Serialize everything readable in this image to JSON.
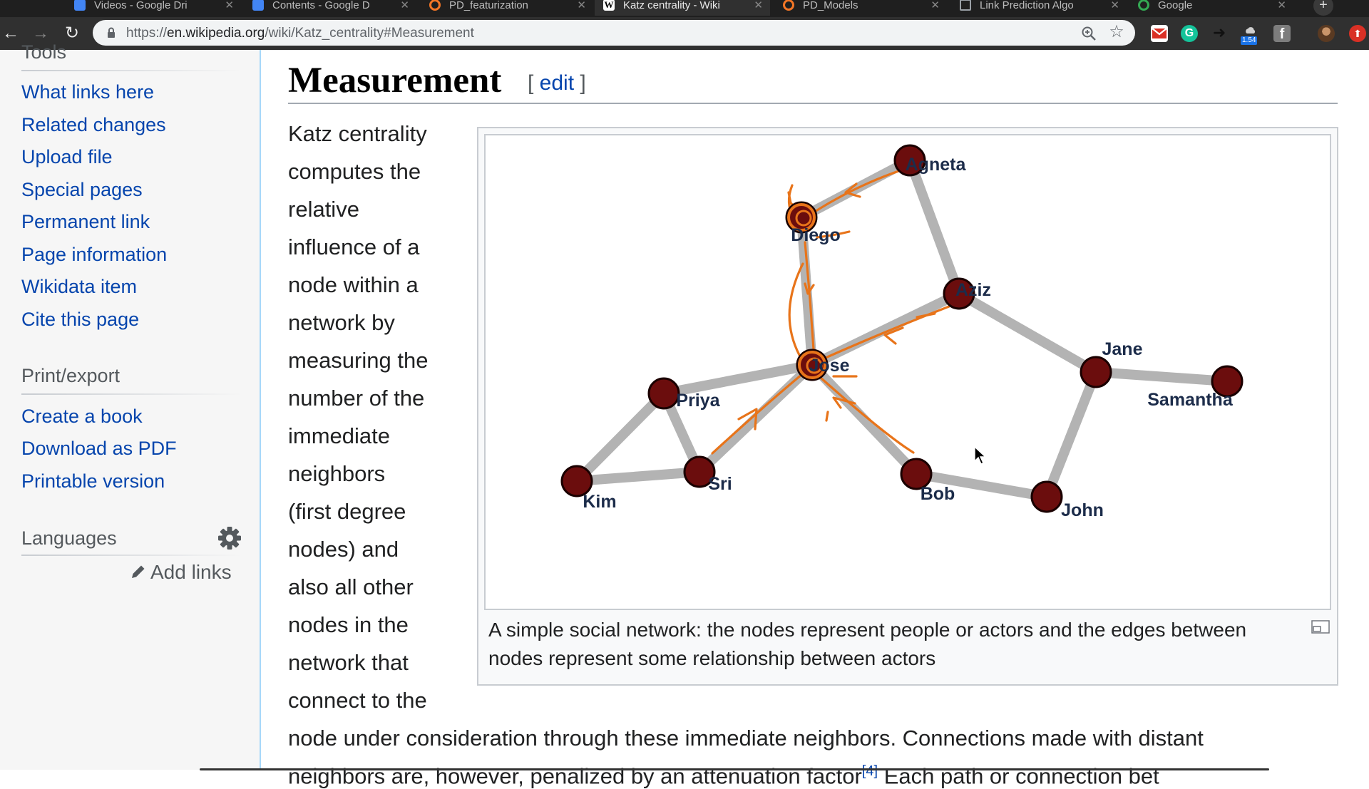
{
  "tabs": [
    {
      "title": "Videos - Google Dri",
      "favicon_color": "#4285f4",
      "active": false
    },
    {
      "title": "Contents - Google D",
      "favicon_color": "#4285f4",
      "active": false
    },
    {
      "title": "PD_featurization",
      "favicon_color": "#f37626",
      "active": false
    },
    {
      "title": "Katz centrality - Wiki",
      "favicon_color": "#ffffff",
      "active": true
    },
    {
      "title": "PD_Models",
      "favicon_color": "#f37626",
      "active": false
    },
    {
      "title": "Link Prediction Algo",
      "favicon_color": "#9aa0a6",
      "active": false
    },
    {
      "title": "Google",
      "favicon_color": "#34a853",
      "active": false
    }
  ],
  "address_bar": {
    "url_prefix": "https://",
    "url_host": "en.wikipedia.org",
    "url_path": "/wiki/Katz_centrality#Measurement"
  },
  "extensions": {
    "badge": "1.54"
  },
  "sidebar": {
    "tools_heading": "Tools",
    "tools_links": [
      "What links here",
      "Related changes",
      "Upload file",
      "Special pages",
      "Permanent link",
      "Page information",
      "Wikidata item",
      "Cite this page"
    ],
    "print_heading": "Print/export",
    "print_links": [
      "Create a book",
      "Download as PDF",
      "Printable version"
    ],
    "languages_heading": "Languages",
    "add_links": "Add links"
  },
  "article": {
    "section_title": "Measurement",
    "edit_open": "[ ",
    "edit_label": "edit",
    "edit_close": " ]",
    "paragraph_lines": [
      "Katz centrality",
      "computes the",
      "relative",
      "influence of a",
      "node within a",
      "network by",
      "measuring the",
      "number of the",
      "immediate",
      "neighbors",
      "(first degree",
      "nodes) and",
      "also all other",
      "nodes in the",
      "network that",
      "connect to the"
    ],
    "full_line": "node under consideration through these immediate neighbors. Connections made with distant",
    "cut_line_left": "neighbors are, however, penalized by an attenuation factor",
    "cut_ref": "[4]",
    "cut_line_right": "Each path or connection bet",
    "figure": {
      "caption": "A simple social network: the nodes represent people or actors and the edges between nodes represent some relationship between actors",
      "node_color": "#6b0d0d",
      "edge_color": "#b3b3b3",
      "annotation_color": "#e8741a",
      "nodes": [
        {
          "id": "Agneta"
        },
        {
          "id": "Diego"
        },
        {
          "id": "Aziz"
        },
        {
          "id": "Jose"
        },
        {
          "id": "Jane"
        },
        {
          "id": "Samantha"
        },
        {
          "id": "Priya"
        },
        {
          "id": "Kim"
        },
        {
          "id": "Sri"
        },
        {
          "id": "Bob"
        },
        {
          "id": "John"
        }
      ],
      "edges": [
        [
          "Diego",
          "Agneta"
        ],
        [
          "Agneta",
          "Aziz"
        ],
        [
          "Diego",
          "Jose"
        ],
        [
          "Aziz",
          "Jose"
        ],
        [
          "Aziz",
          "Jane"
        ],
        [
          "Jane",
          "Samantha"
        ],
        [
          "Jane",
          "John"
        ],
        [
          "Jose",
          "Priya"
        ],
        [
          "Jose",
          "Sri"
        ],
        [
          "Jose",
          "Bob"
        ],
        [
          "Priya",
          "Kim"
        ],
        [
          "Priya",
          "Sri"
        ],
        [
          "Kim",
          "Sri"
        ],
        [
          "Bob",
          "John"
        ]
      ]
    }
  }
}
